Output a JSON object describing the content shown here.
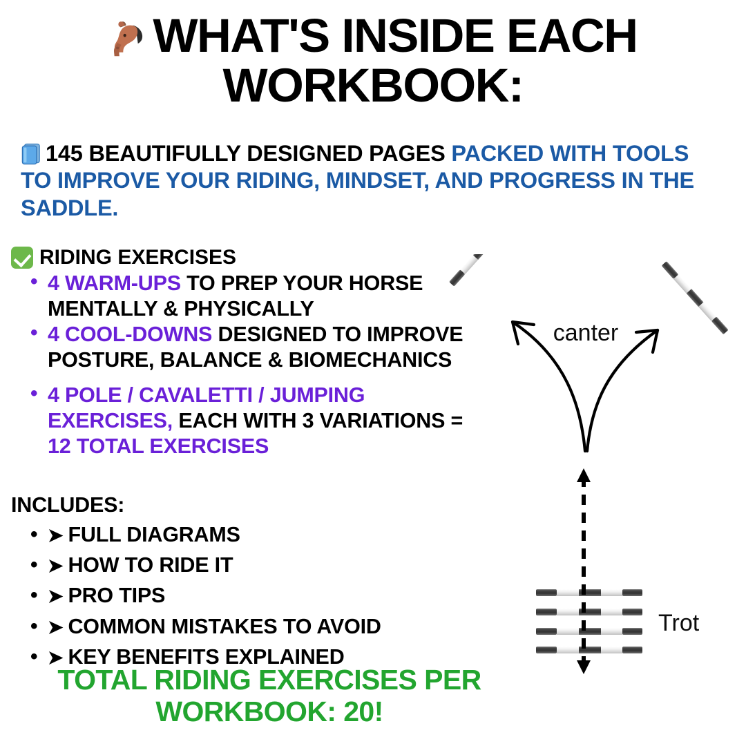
{
  "header": {
    "emoji_name": "horse-face-emoji",
    "line1": "WHAT'S INSIDE EACH",
    "line2": "WORKBOOK:"
  },
  "intro": {
    "emoji_name": "closed-book-emoji",
    "black_part": "145 BEAUTIFULLY DESIGNED PAGES ",
    "blue_part": "PACKED WITH TOOLS TO IMPROVE YOUR RIDING, MINDSET, AND PROGRESS IN THE SADDLE."
  },
  "riding": {
    "icon_name": "green-check-icon",
    "heading": "RIDING EXERCISES",
    "items": [
      {
        "highlight": "4 WARM-UPS",
        "rest": " TO PREP YOUR HORSE MENTALLY & PHYSICALLY",
        "bullet_color": "purple"
      },
      {
        "highlight": "4 COOL-DOWNS",
        "rest": " DESIGNED TO IMPROVE POSTURE, BALANCE & BIOMECHANICS",
        "bullet_color": "purple"
      },
      {
        "highlight": "4 POLE / CAVALETTI / JUMPING EXERCISES,",
        "rest": " EACH WITH 3 VARIATIONS = ",
        "tail_highlight": "12 TOTAL EXERCISES",
        "bullet_color": "purple"
      }
    ]
  },
  "includes": {
    "heading": "INCLUDES:",
    "arrow_glyph": "➤",
    "items": [
      "FULL DIAGRAMS",
      "HOW TO RIDE IT",
      "PRO TIPS",
      "COMMON MISTAKES TO AVOID",
      "KEY BENEFITS EXPLAINED"
    ]
  },
  "footer": {
    "line1": "TOTAL RIDING EXERCISES PER",
    "line2": "WORKBOOK: 20!"
  },
  "diagrams": {
    "canter": {
      "label": "canter",
      "poles": 2,
      "arrows": 2
    },
    "trot": {
      "label": "Trot",
      "poles": 4,
      "arrow_style": "dashed-double-headed"
    }
  },
  "colors": {
    "blue": "#1B5AA5",
    "purple": "#6A20D8",
    "green_check": "#6DB84A",
    "green_text": "#22A52F",
    "black": "#000000",
    "background": "#FFFFFF"
  }
}
